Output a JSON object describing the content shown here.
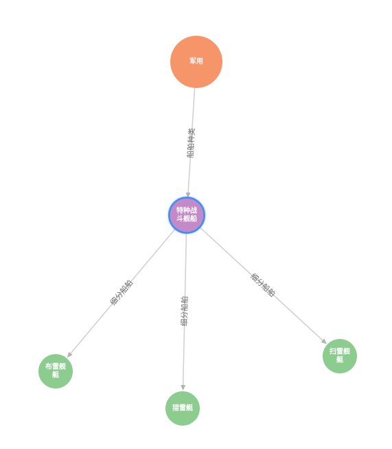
{
  "colors": {
    "root": "#f7956a",
    "center": "#c48ac8",
    "center_ring": "#4a8cf0",
    "leaf": "#8ccc8f",
    "edge": "#cfcfcf",
    "edge_label": "#6b6b6b"
  },
  "nodes": [
    {
      "id": "military",
      "lines": [
        "军用"
      ],
      "role": "root"
    },
    {
      "id": "special-combat-ship",
      "lines": [
        "特种战",
        "斗舰船"
      ],
      "role": "center"
    },
    {
      "id": "minelayer",
      "lines": [
        "布雷舰",
        "艇"
      ],
      "role": "leaf"
    },
    {
      "id": "mine-hunter",
      "lines": [
        "猎雷艇"
      ],
      "role": "leaf"
    },
    {
      "id": "minesweeper",
      "lines": [
        "扫雷舰",
        "艇"
      ],
      "role": "leaf"
    }
  ],
  "edges": [
    {
      "source": "military",
      "target": "special-combat-ship",
      "label": "船舶种类"
    },
    {
      "source": "special-combat-ship",
      "target": "minelayer",
      "label": "细分船舶"
    },
    {
      "source": "special-combat-ship",
      "target": "mine-hunter",
      "label": "细分船舶"
    },
    {
      "source": "special-combat-ship",
      "target": "minesweeper",
      "label": "细分船舶"
    }
  ]
}
